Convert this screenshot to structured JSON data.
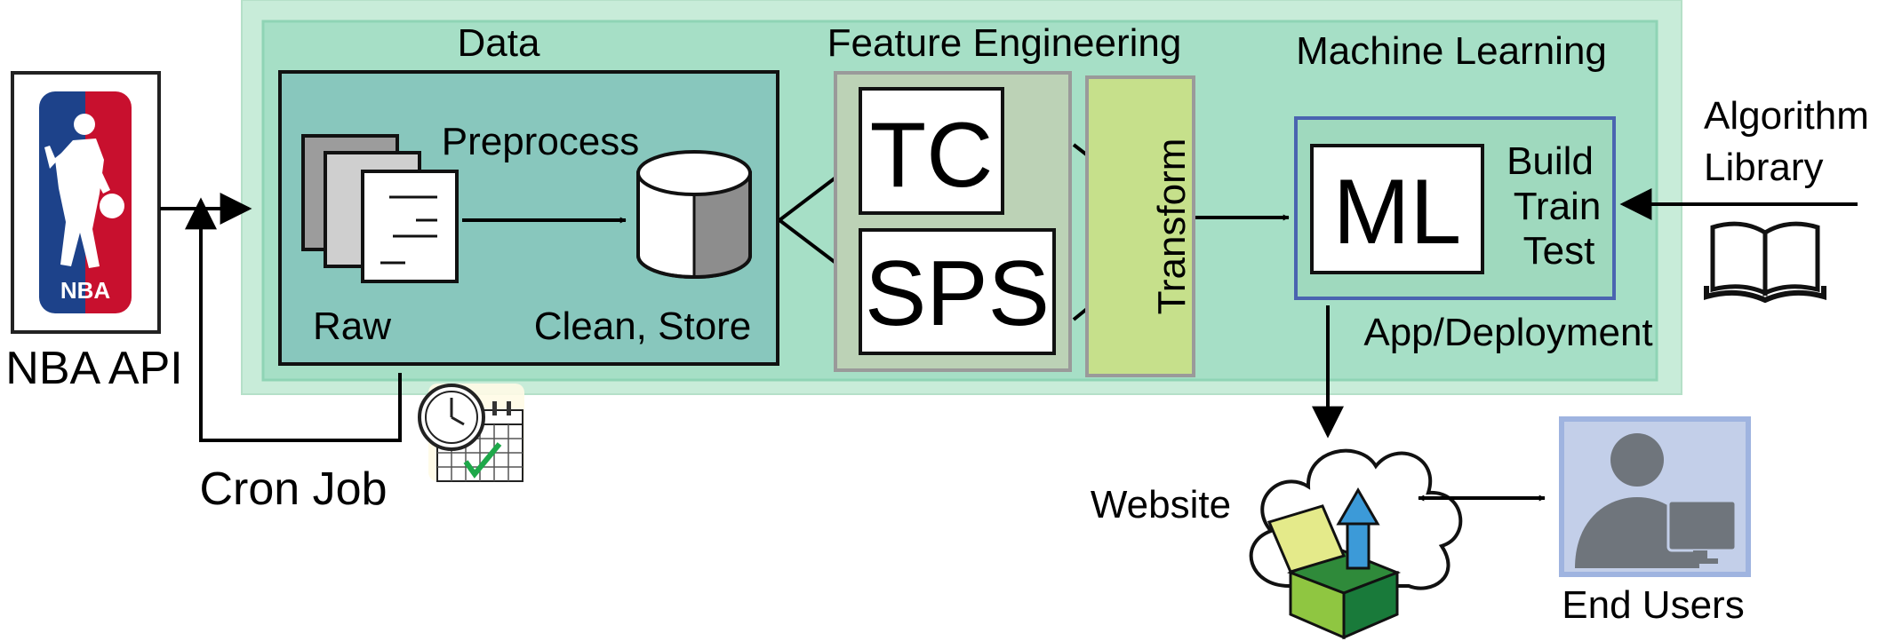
{
  "nba": {
    "source_label": "NBA API",
    "logo_text": "NBA"
  },
  "cron": {
    "label": "Cron Job"
  },
  "data_section": {
    "title": "Data",
    "preprocess_label": "Preprocess",
    "raw_label": "Raw",
    "clean_store_label": "Clean, Store"
  },
  "feature_engineering": {
    "title": "Feature Engineering",
    "tc_label": "TC",
    "sps_label": "SPS",
    "transform_label": "Transform"
  },
  "machine_learning": {
    "title": "Machine Learning",
    "ml_label": "ML",
    "steps": [
      "Build",
      "Train",
      "Test"
    ],
    "deployment_label": "App/Deployment"
  },
  "algorithm_library": {
    "line1": "Algorithm",
    "line2": "Library"
  },
  "website": {
    "label": "Website"
  },
  "end_users": {
    "label": "End Users"
  },
  "colors": {
    "outer_panel": "#c8ecd9",
    "inner_panel": "#a6dfc6",
    "data_box": "#88c7bd",
    "feature_box": "#bcd2b6",
    "transform_box": "#c6e08b",
    "ml_box": "#9fd9be",
    "ml_border": "#4a64b0"
  }
}
